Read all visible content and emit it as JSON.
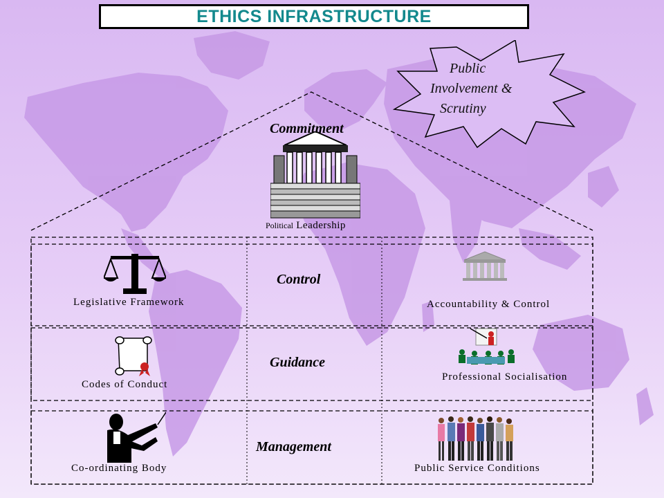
{
  "title": "ETHICS INFRASTRUCTURE",
  "burst": {
    "line1": "Public",
    "line2": "Involvement &",
    "line3": "Scrutiny"
  },
  "roof": {
    "category": "Commitment",
    "label_prefix": "Political",
    "label_main": "Leadership"
  },
  "rows": [
    {
      "category": "Control",
      "left_label": "Legislative Framework",
      "right_label": "Accountability & Control"
    },
    {
      "category": "Guidance",
      "left_label": "Codes of Conduct",
      "right_label": "Professional Socialisation"
    },
    {
      "category": "Management",
      "left_label": "Co-ordinating Body",
      "right_label": "Public Service Conditions"
    }
  ],
  "icons": {
    "roof": "courthouse-icon",
    "row1_left": "scales-of-justice-icon",
    "row1_right": "columned-building-icon",
    "row2_left": "scroll-with-seal-icon",
    "row2_right": "presenter-audience-icon",
    "row3_left": "conductor-icon",
    "row3_right": "group-of-people-icon"
  },
  "colors": {
    "background": "#dcbef3",
    "map": "#c79ae6",
    "title_text": "#13898d",
    "burst_fill": "#dcbdf4"
  }
}
